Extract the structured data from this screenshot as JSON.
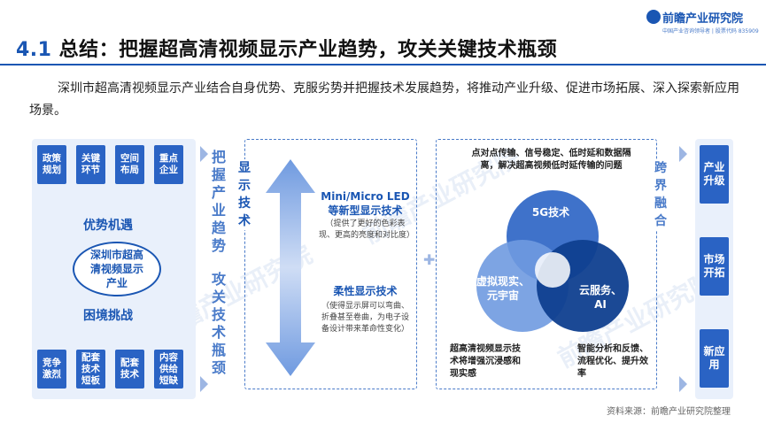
{
  "logo": {
    "name": "前瞻产业研究院",
    "tagline": "中国产业咨询领导者 | 股票代码 835909"
  },
  "header": {
    "number": "4.1",
    "title": "总结：把握超高清视频显示产业趋势，攻关关键技术瓶颈"
  },
  "intro": "深圳市超高清视频显示产业结合自身优势、克服劣势并把握技术发展趋势，将推动产业升级、促进市场拓展、深入探索新应用场景。",
  "left": {
    "top_boxes": [
      "政策规划",
      "关键环节",
      "空间布局",
      "重点企业"
    ],
    "advantage_label": "优势机遇",
    "core": "深圳市超高清视频显示产业",
    "challenge_label": "困境挑战",
    "bottom_boxes": [
      "竞争激烈",
      "配套技术短板",
      "配套技术",
      "内容供给短缺"
    ]
  },
  "vertical_1": "把握产业趋势",
  "vertical_2": "攻关技术瓶颈",
  "display_tech": {
    "label": "显示技术",
    "item1_title": "Mini/Micro LED等新型显示技术",
    "item1_desc": "（提供了更好的色彩表现、更高的亮度和对比度）",
    "item2_title": "柔性显示技术",
    "item2_desc": "（使得显示屏可以弯曲、折叠甚至卷曲，为电子设备设计带来革命性变化）"
  },
  "cross": {
    "label": "跨界融合"
  },
  "venn": {
    "top": "5G技术",
    "left": "虚拟现实、元宇宙",
    "right": "云服务、AI",
    "note_top": "点对点传输、信号稳定、低时延和数据隔离，解决超高视频低时延传输的问题",
    "note_left": "超高清视频显示技术将增强沉浸感和现实感",
    "note_right": "智能分析和反馈、流程优化、提升效率"
  },
  "outcomes": [
    "产业升级",
    "市场开拓",
    "新应用"
  ],
  "source": "资料来源：前瞻产业研究院整理",
  "watermark": "前瞻产业研究院",
  "colors": {
    "primary": "#1a56b3",
    "box": "#2a63c4",
    "panel": "#e9f0fb"
  }
}
